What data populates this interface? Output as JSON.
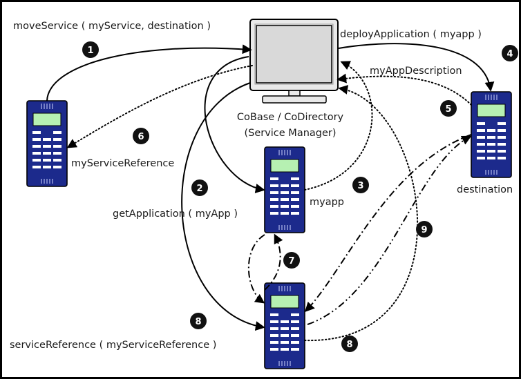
{
  "labels": {
    "move_service": "moveService ( myService, destination )",
    "deploy_application": "deployApplication ( myapp )",
    "my_app_description": "myAppDescription",
    "service_manager_line1": "CoBase / CoDirectory",
    "service_manager_line2": "(Service Manager)",
    "my_service_reference": "myServiceReference",
    "destination": "destination",
    "myapp": "myapp",
    "get_application": "getApplication ( myApp )",
    "service_reference": "serviceReference ( myServiceReference )"
  },
  "steps": {
    "s1": "1",
    "s2": "2",
    "s3": "3",
    "s4": "4",
    "s5": "5",
    "s6": "6",
    "s7": "7",
    "s8a": "8",
    "s8b": "8",
    "s9": "9"
  },
  "colors": {
    "device_body": "#1c2a8c",
    "device_screen": "#b6f0b2",
    "badge": "#111111"
  }
}
